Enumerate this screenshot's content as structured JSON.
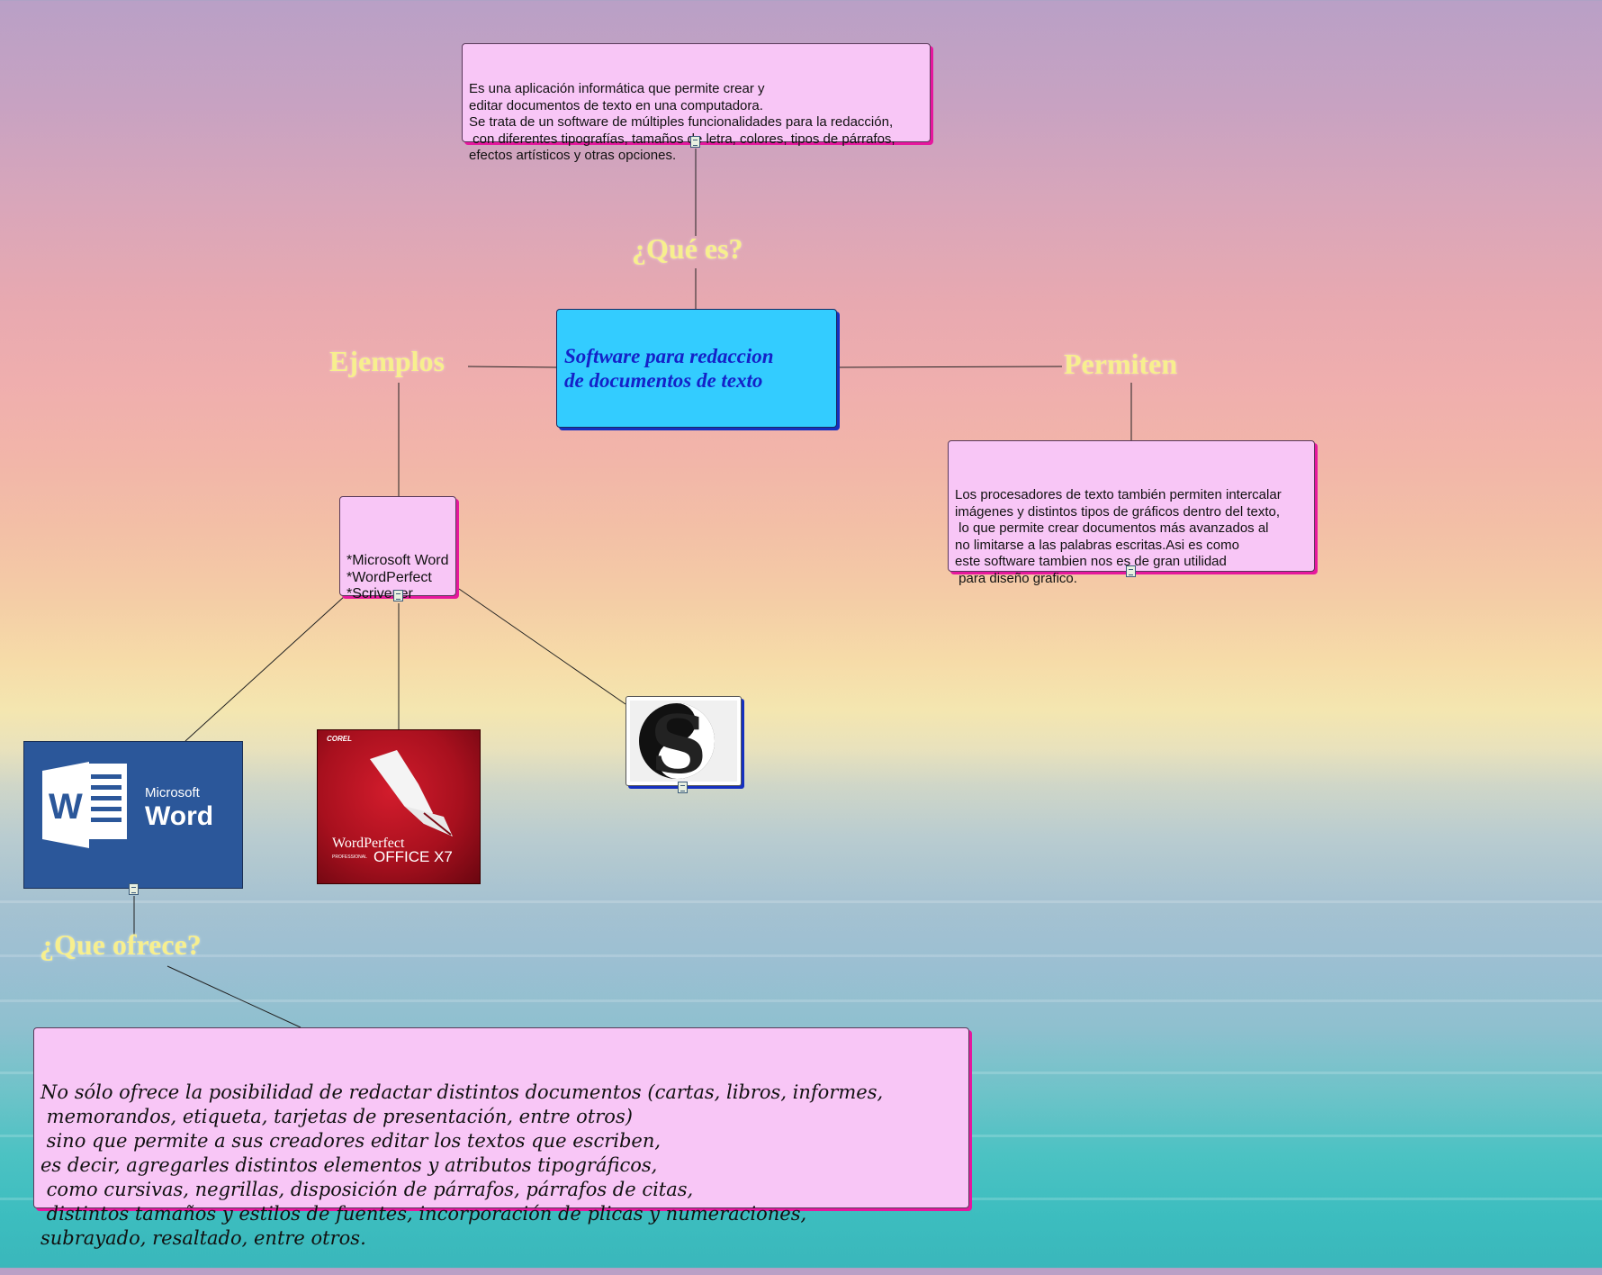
{
  "central": {
    "label": "Software para redaccion\nde documentos de texto"
  },
  "links": {
    "que_es": "¿Qué es?",
    "ejemplos": "Ejemplos",
    "permiten": "Permiten",
    "que_ofrece": "¿Que ofrece?"
  },
  "definition": {
    "text": "Es una aplicación informática que permite crear y\neditar documentos de texto en una computadora.\nSe trata de un software de múltiples funcionalidades para la redacción,\n con diferentes tipografías, tamaños de letra, colores, tipos de párrafos,\nefectos artísticos y otras opciones."
  },
  "examples": {
    "text": "*Microsoft Word\n*WordPerfect\n*Scrivener"
  },
  "permiten": {
    "text": "Los procesadores de texto también permiten intercalar\nimágenes y distintos tipos de gráficos dentro del texto,\n lo que permite crear documentos más avanzados al\nno limitarse a las palabras escritas.Asi es como\neste software tambien nos es de gran utilidad\n para diseño grafico."
  },
  "ofrece": {
    "text": "No sólo ofrece la posibilidad de redactar distintos documentos (cartas, libros, informes,\n memorandos, etiqueta, tarjetas de presentación, entre otros)\n sino que permite a sus creadores editar los textos que escriben,\nes decir, agregarles distintos elementos y atributos tipográficos,\n como cursivas, negrillas, disposición de párrafos, párrafos de citas,\n distintos tamaños y estilos de fuentes, incorporación de plicas y numeraciones,\nsubrayado, resaltado, entre otros."
  },
  "logos": {
    "word": {
      "brand": "Microsoft",
      "product": "Word",
      "letter": "W"
    },
    "wordperfect": {
      "maker": "COREL",
      "product": "WordPerfect",
      "edition": "PROFESSIONAL",
      "suite": "OFFICE X7"
    },
    "scrivener": {
      "letter": "S"
    }
  }
}
